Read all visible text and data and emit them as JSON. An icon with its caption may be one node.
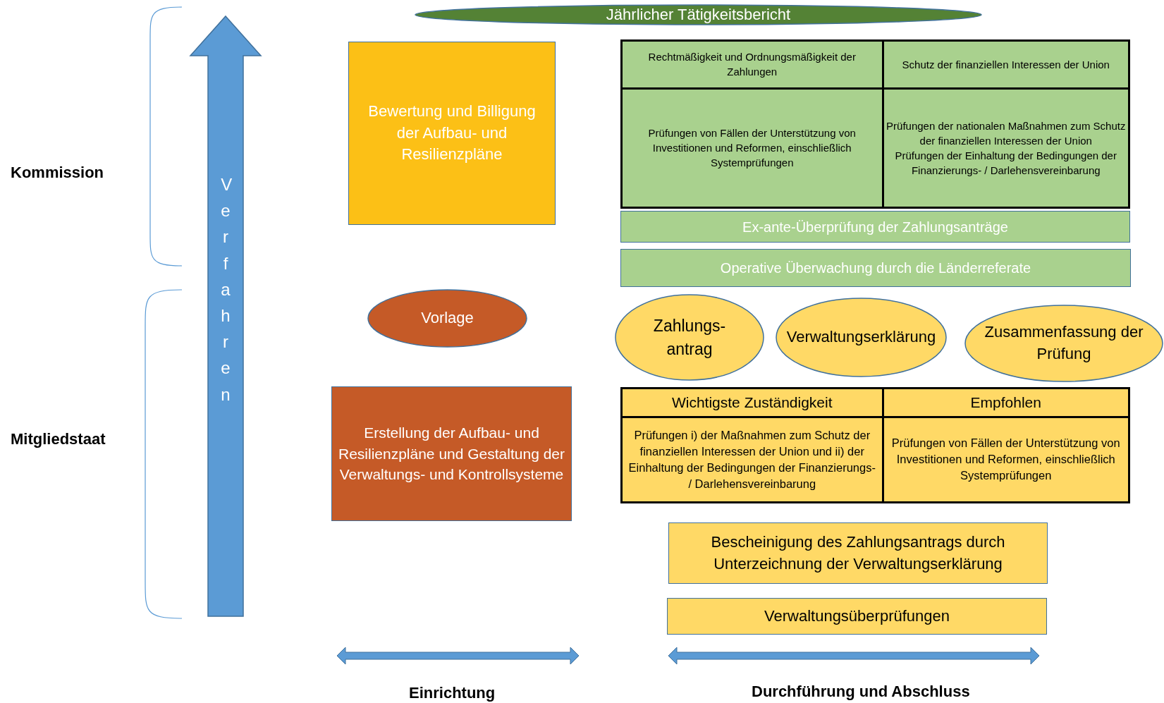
{
  "diagram": {
    "nodes": [
      {
        "text": [
          "Jährlicher Tätigkeitsbericht"
        ]
      },
      {
        "text": [
          "Verfahren"
        ]
      },
      {
        "text": [
          "Bewertung und Billigung der Aufbau- und Resilienzpläne"
        ]
      },
      {
        "text": [
          "Rechtmäßigkeit und Ordnungsmäßigkeit der Zahlungen"
        ]
      },
      {
        "text": [
          "Schutz der finanziellen Interessen der Union"
        ]
      },
      {
        "text": [
          "Prüfungen von Fällen der Unterstützung von Investitionen und Reformen, einschließlich Systemprüfungen"
        ]
      },
      {
        "text": [
          "Prüfungen der nationalen Maßnahmen zum Schutz der finanziellen Interessen der Union",
          "Prüfungen der Einhaltung der Bedingungen der Finanzierungs- / Darlehensvereinbarung"
        ]
      },
      {
        "text": [
          "Ex-ante-Überprüfung der Zahlungsanträge"
        ]
      },
      {
        "text": [
          "Operative Überwachung durch die Länderreferate"
        ]
      },
      {
        "text": [
          "Vorlage"
        ]
      },
      {
        "text": [
          "Zahlungs- antrag"
        ]
      },
      {
        "text": [
          "Verwaltungserklärung"
        ]
      },
      {
        "text": [
          "Zusammenfassung der Prüfung"
        ]
      },
      {
        "text": [
          "Erstellung der Aufbau- und Resilienzpläne und Gestaltung der Verwaltungs- und Kontrollsysteme"
        ]
      },
      {
        "text": [
          "Wichtigste Zuständigkeit"
        ]
      },
      {
        "text": [
          "Empfohlen"
        ]
      },
      {
        "text": [
          "Prüfungen i) der Maßnahmen zum Schutz der finanziellen Interessen der Union und ii) der Einhaltung der Bedingungen der Finanzierungs- / Darlehensvereinbarung"
        ]
      },
      {
        "text": [
          "Prüfungen von Fällen der Unterstützung von Investitionen und Reformen, einschließlich Systemprüfungen"
        ]
      },
      {
        "text": [
          "Bescheinigung des Zahlungsantrags durch Unterzeichnung der Verwaltungserklärung"
        ]
      },
      {
        "text": [
          "Verwaltungsüberprüfungen"
        ]
      }
    ],
    "labels": [
      "Kommission",
      "Mitgliedstaat",
      "Einrichtung",
      "Durchführung und Abschluss"
    ]
  }
}
